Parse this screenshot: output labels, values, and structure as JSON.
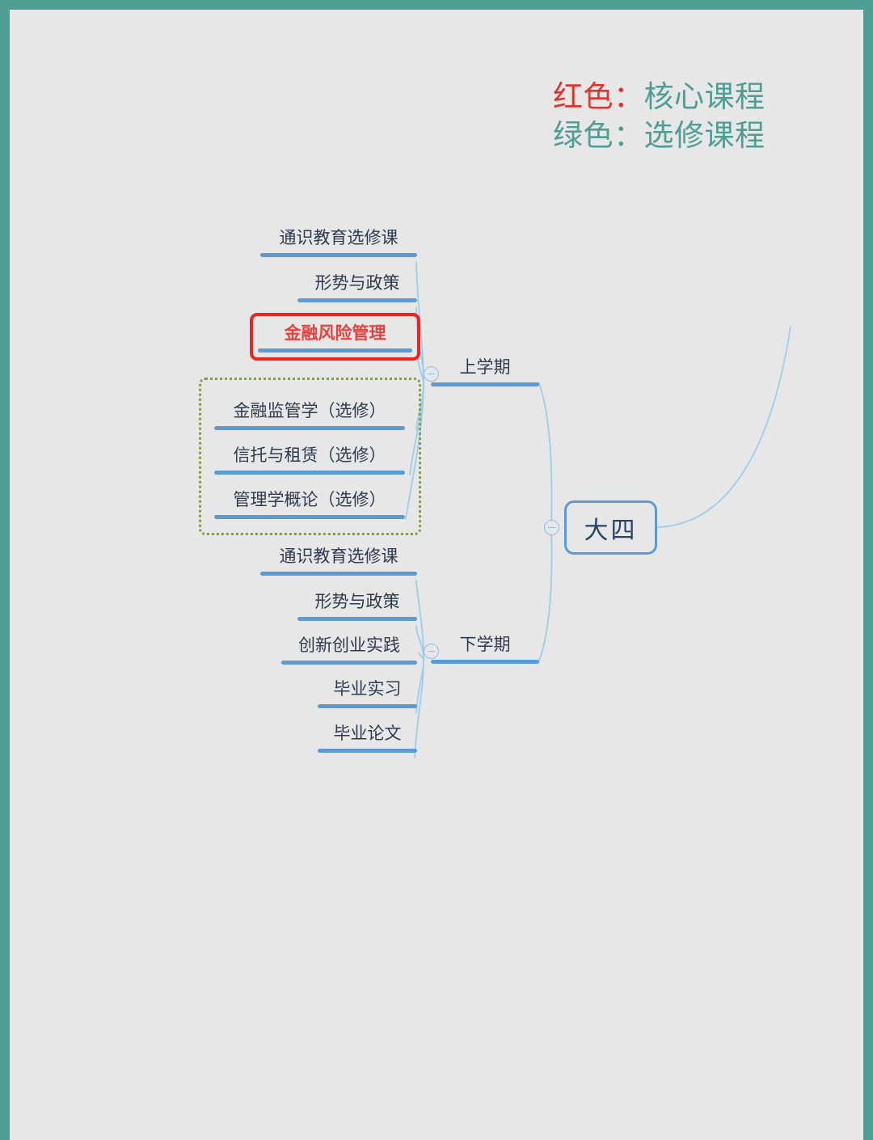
{
  "page": {
    "frame_color": "#4f9e93",
    "canvas_color": "#e7e7e7"
  },
  "legend": {
    "rows": [
      {
        "key": "红色：",
        "value": "核心课程",
        "key_color": "#e0332e"
      },
      {
        "key": "绿色：",
        "value": "选修课程",
        "key_color": "#4f9e93"
      }
    ]
  },
  "mindmap": {
    "type": "mindmap",
    "root": {
      "label": "大四",
      "border_color": "#5b9bd5",
      "text_color": "#28436b"
    },
    "branches": [
      {
        "label": "上学期",
        "children": [
          {
            "label": "通识教育选修课",
            "kind": "normal"
          },
          {
            "label": "形势与政策",
            "kind": "normal"
          },
          {
            "label": "金融风险管理",
            "kind": "core"
          },
          {
            "label": "金融监管学（选修）",
            "kind": "elective"
          },
          {
            "label": "信托与租赁（选修）",
            "kind": "elective"
          },
          {
            "label": "管理学概论（选修）",
            "kind": "elective"
          }
        ]
      },
      {
        "label": "下学期",
        "children": [
          {
            "label": "通识教育选修课",
            "kind": "normal"
          },
          {
            "label": "形势与政策",
            "kind": "normal"
          },
          {
            "label": "创新创业实践",
            "kind": "normal"
          },
          {
            "label": "毕业实习",
            "kind": "normal"
          },
          {
            "label": "毕业论文",
            "kind": "normal"
          }
        ]
      }
    ],
    "colors": {
      "bar": "#5b9bd5",
      "wire": "#9ecdea",
      "core_box": "#ee2420",
      "elective_box": "#7fa03f",
      "topic_text": "#2f3a4f"
    }
  }
}
